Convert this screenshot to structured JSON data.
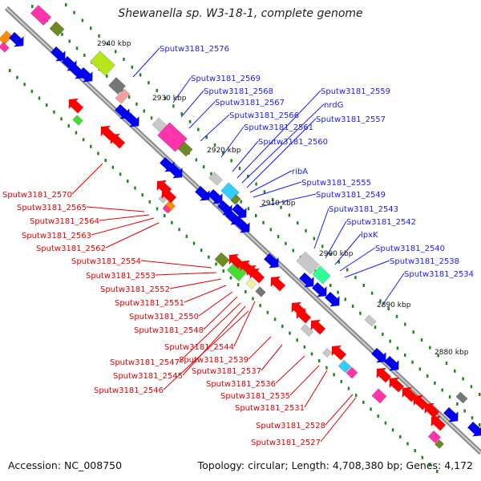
{
  "header": {
    "title": "Shewanella sp. W3-18-1, complete genome"
  },
  "footer": {
    "accession": "Accession: NC_008750",
    "summary": "Topology: circular; Length: 4,708,380 bp; Genes: 4,172"
  },
  "colors": {
    "forward_label": "#1a1aff",
    "reverse_label": "#e60000",
    "forward_gene": "#0000ee",
    "reverse_gene": "#ff0000",
    "backbone": "#666666",
    "tick": "#1a8a1a"
  },
  "scale_ticks": [
    "2940 kbp",
    "2930 kbp",
    "2920 kbp",
    "2910 kbp",
    "2900 kbp",
    "2890 kbp",
    "2880 kbp"
  ],
  "forward_labels": [
    "Sputw3181_2576",
    "Sputw3181_2569",
    "Sputw3181_2568",
    "Sputw3181_2567",
    "Sputw3181_2566",
    "Sputw3181_2561",
    "Sputw3181_2560",
    "Sputw3181_2559",
    "nrdG",
    "Sputw3181_2557",
    "ribA",
    "Sputw3181_2555",
    "Sputw3181_2549",
    "Sputw3181_2543",
    "Sputw3181_2542",
    "lpxK",
    "Sputw3181_2540",
    "Sputw3181_2538",
    "Sputw3181_2534"
  ],
  "reverse_labels": [
    "Sputw3181_2570",
    "Sputw3181_2565",
    "Sputw3181_2564",
    "Sputw3181_2563",
    "Sputw3181_2562",
    "Sputw3181_2554",
    "Sputw3181_2553",
    "Sputw3181_2552",
    "Sputw3181_2551",
    "Sputw3181_2550",
    "Sputw3181_2548",
    "Sputw3181_2544",
    "Sputw3181_2539",
    "Sputw3181_2547",
    "Sputw3181_2537",
    "Sputw3181_2545",
    "Sputw3181_2536",
    "Sputw3181_2546",
    "Sputw3181_2535",
    "Sputw3181_2531",
    "Sputw3181_2528",
    "Sputw3181_2527"
  ]
}
